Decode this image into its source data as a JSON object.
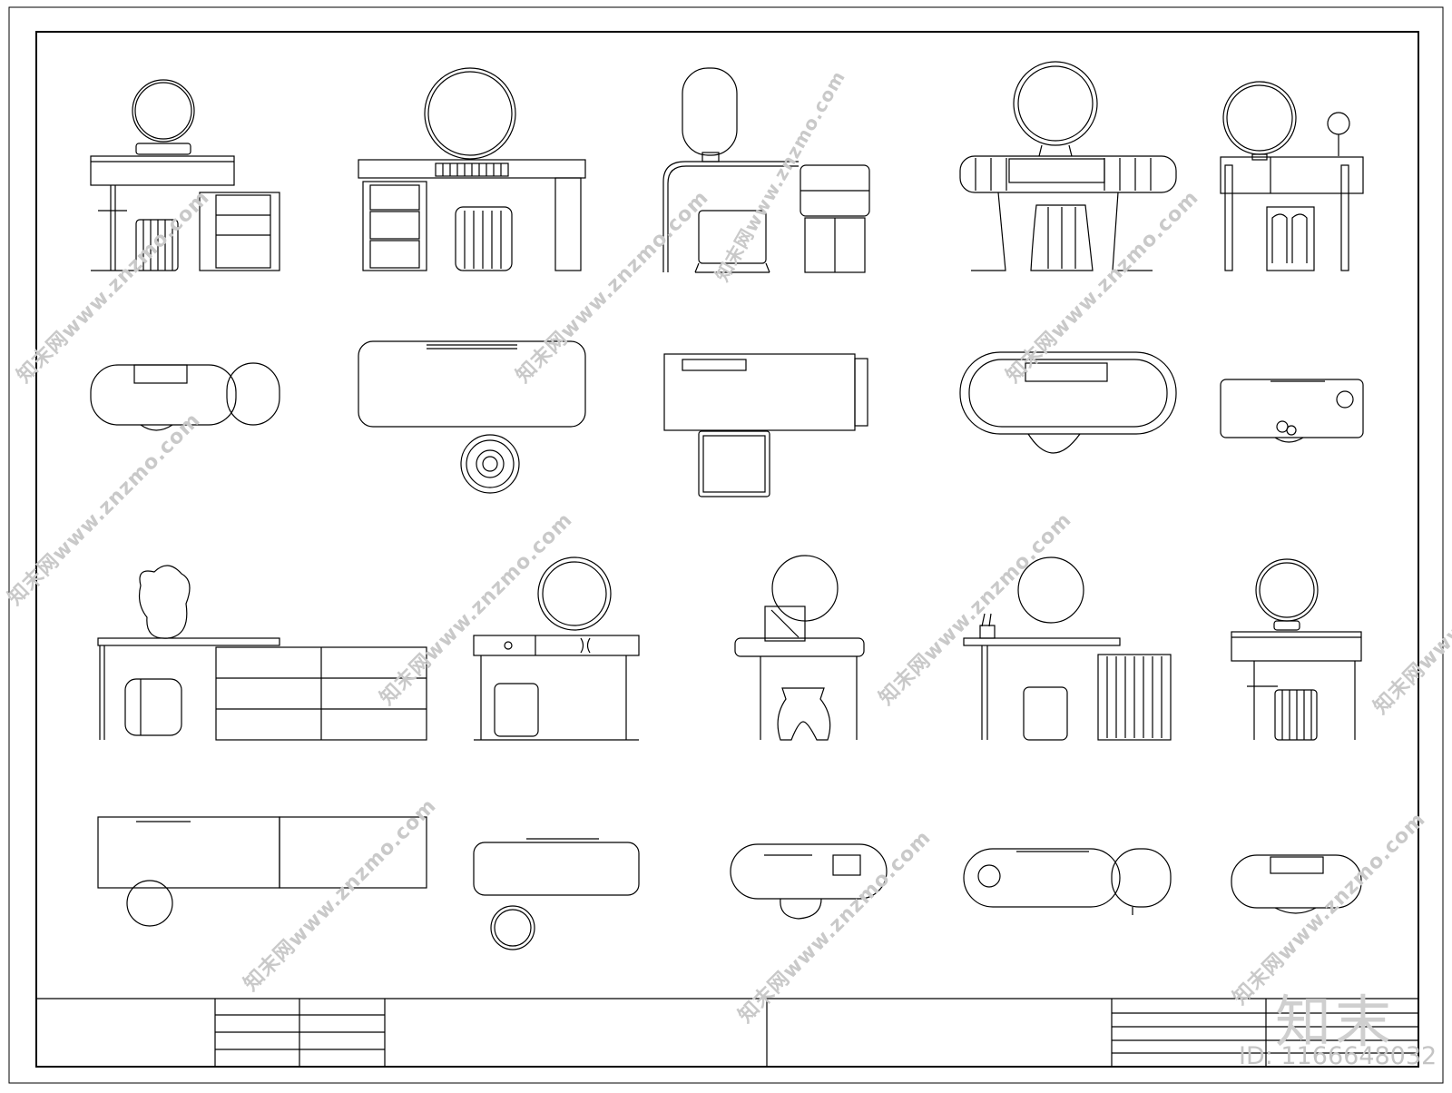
{
  "sheet": {
    "title_block_cells": [],
    "layout_views": [
      "front-elevation",
      "top-plan"
    ]
  },
  "watermark": {
    "text": "知末网www.znzmo.com",
    "color": "#c9c9c9"
  },
  "brand": {
    "logo_text": "知末",
    "id_text": "ID: 1166648032"
  },
  "colors": {
    "line": "#000000",
    "background": "#ffffff",
    "watermark": "#c9c9c9"
  }
}
